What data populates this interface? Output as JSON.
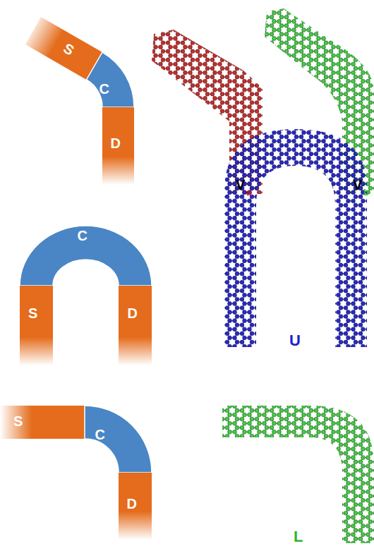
{
  "diagram": {
    "nodes": [
      {
        "text": [
          "S"
        ]
      },
      {
        "text": [
          "C"
        ]
      },
      {
        "text": [
          "D"
        ]
      },
      {
        "text": [
          "C"
        ]
      },
      {
        "text": [
          "S"
        ]
      },
      {
        "text": [
          "D"
        ]
      },
      {
        "text": [
          "S"
        ]
      },
      {
        "text": [
          "C"
        ]
      },
      {
        "text": [
          "D"
        ]
      }
    ],
    "labels": [
      "V",
      "a",
      "V",
      "b",
      "U",
      "L"
    ]
  }
}
